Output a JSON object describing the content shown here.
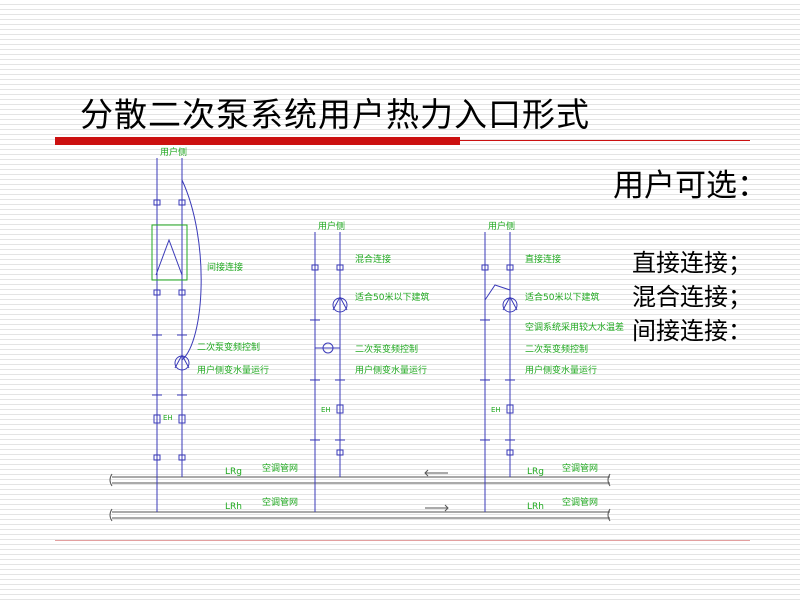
{
  "title": "分散二次泵系统用户热力入口形式",
  "side": {
    "heading": "用户可选：",
    "options": [
      "直接连接；",
      "混合连接；",
      "间接连接："
    ]
  },
  "diagram": {
    "left": {
      "top_label": "用户侧",
      "connection": "间接连接",
      "pump_note_1": "二次泵变频控制",
      "pump_note_2": "用户侧变水量运行",
      "meter": "EH",
      "supply_pipe_tag": "LRg",
      "return_pipe_tag": "LRh",
      "supply_pipe_name": "空调管网",
      "return_pipe_name": "空调管网"
    },
    "middle": {
      "top_label": "用户侧",
      "connection": "混合连接",
      "note_1": "适合50米以下建筑",
      "pump_note_1": "二次泵变频控制",
      "pump_note_2": "用户侧变水量运行",
      "meter": "EH"
    },
    "right": {
      "top_label": "用户侧",
      "connection": "直接连接",
      "note_1": "适合50米以下建筑",
      "note_2": "空调系统采用较大水温差",
      "pump_note_1": "二次泵变频控制",
      "pump_note_2": "用户侧变水量运行",
      "meter": "EH",
      "supply_pipe_tag": "LRg",
      "return_pipe_tag": "LRh",
      "supply_pipe_name": "空调管网",
      "return_pipe_name": "空调管网"
    },
    "colors": {
      "pipe": "#3a3ab8",
      "label": "#22aa22",
      "main_pipe": "#444444"
    }
  }
}
